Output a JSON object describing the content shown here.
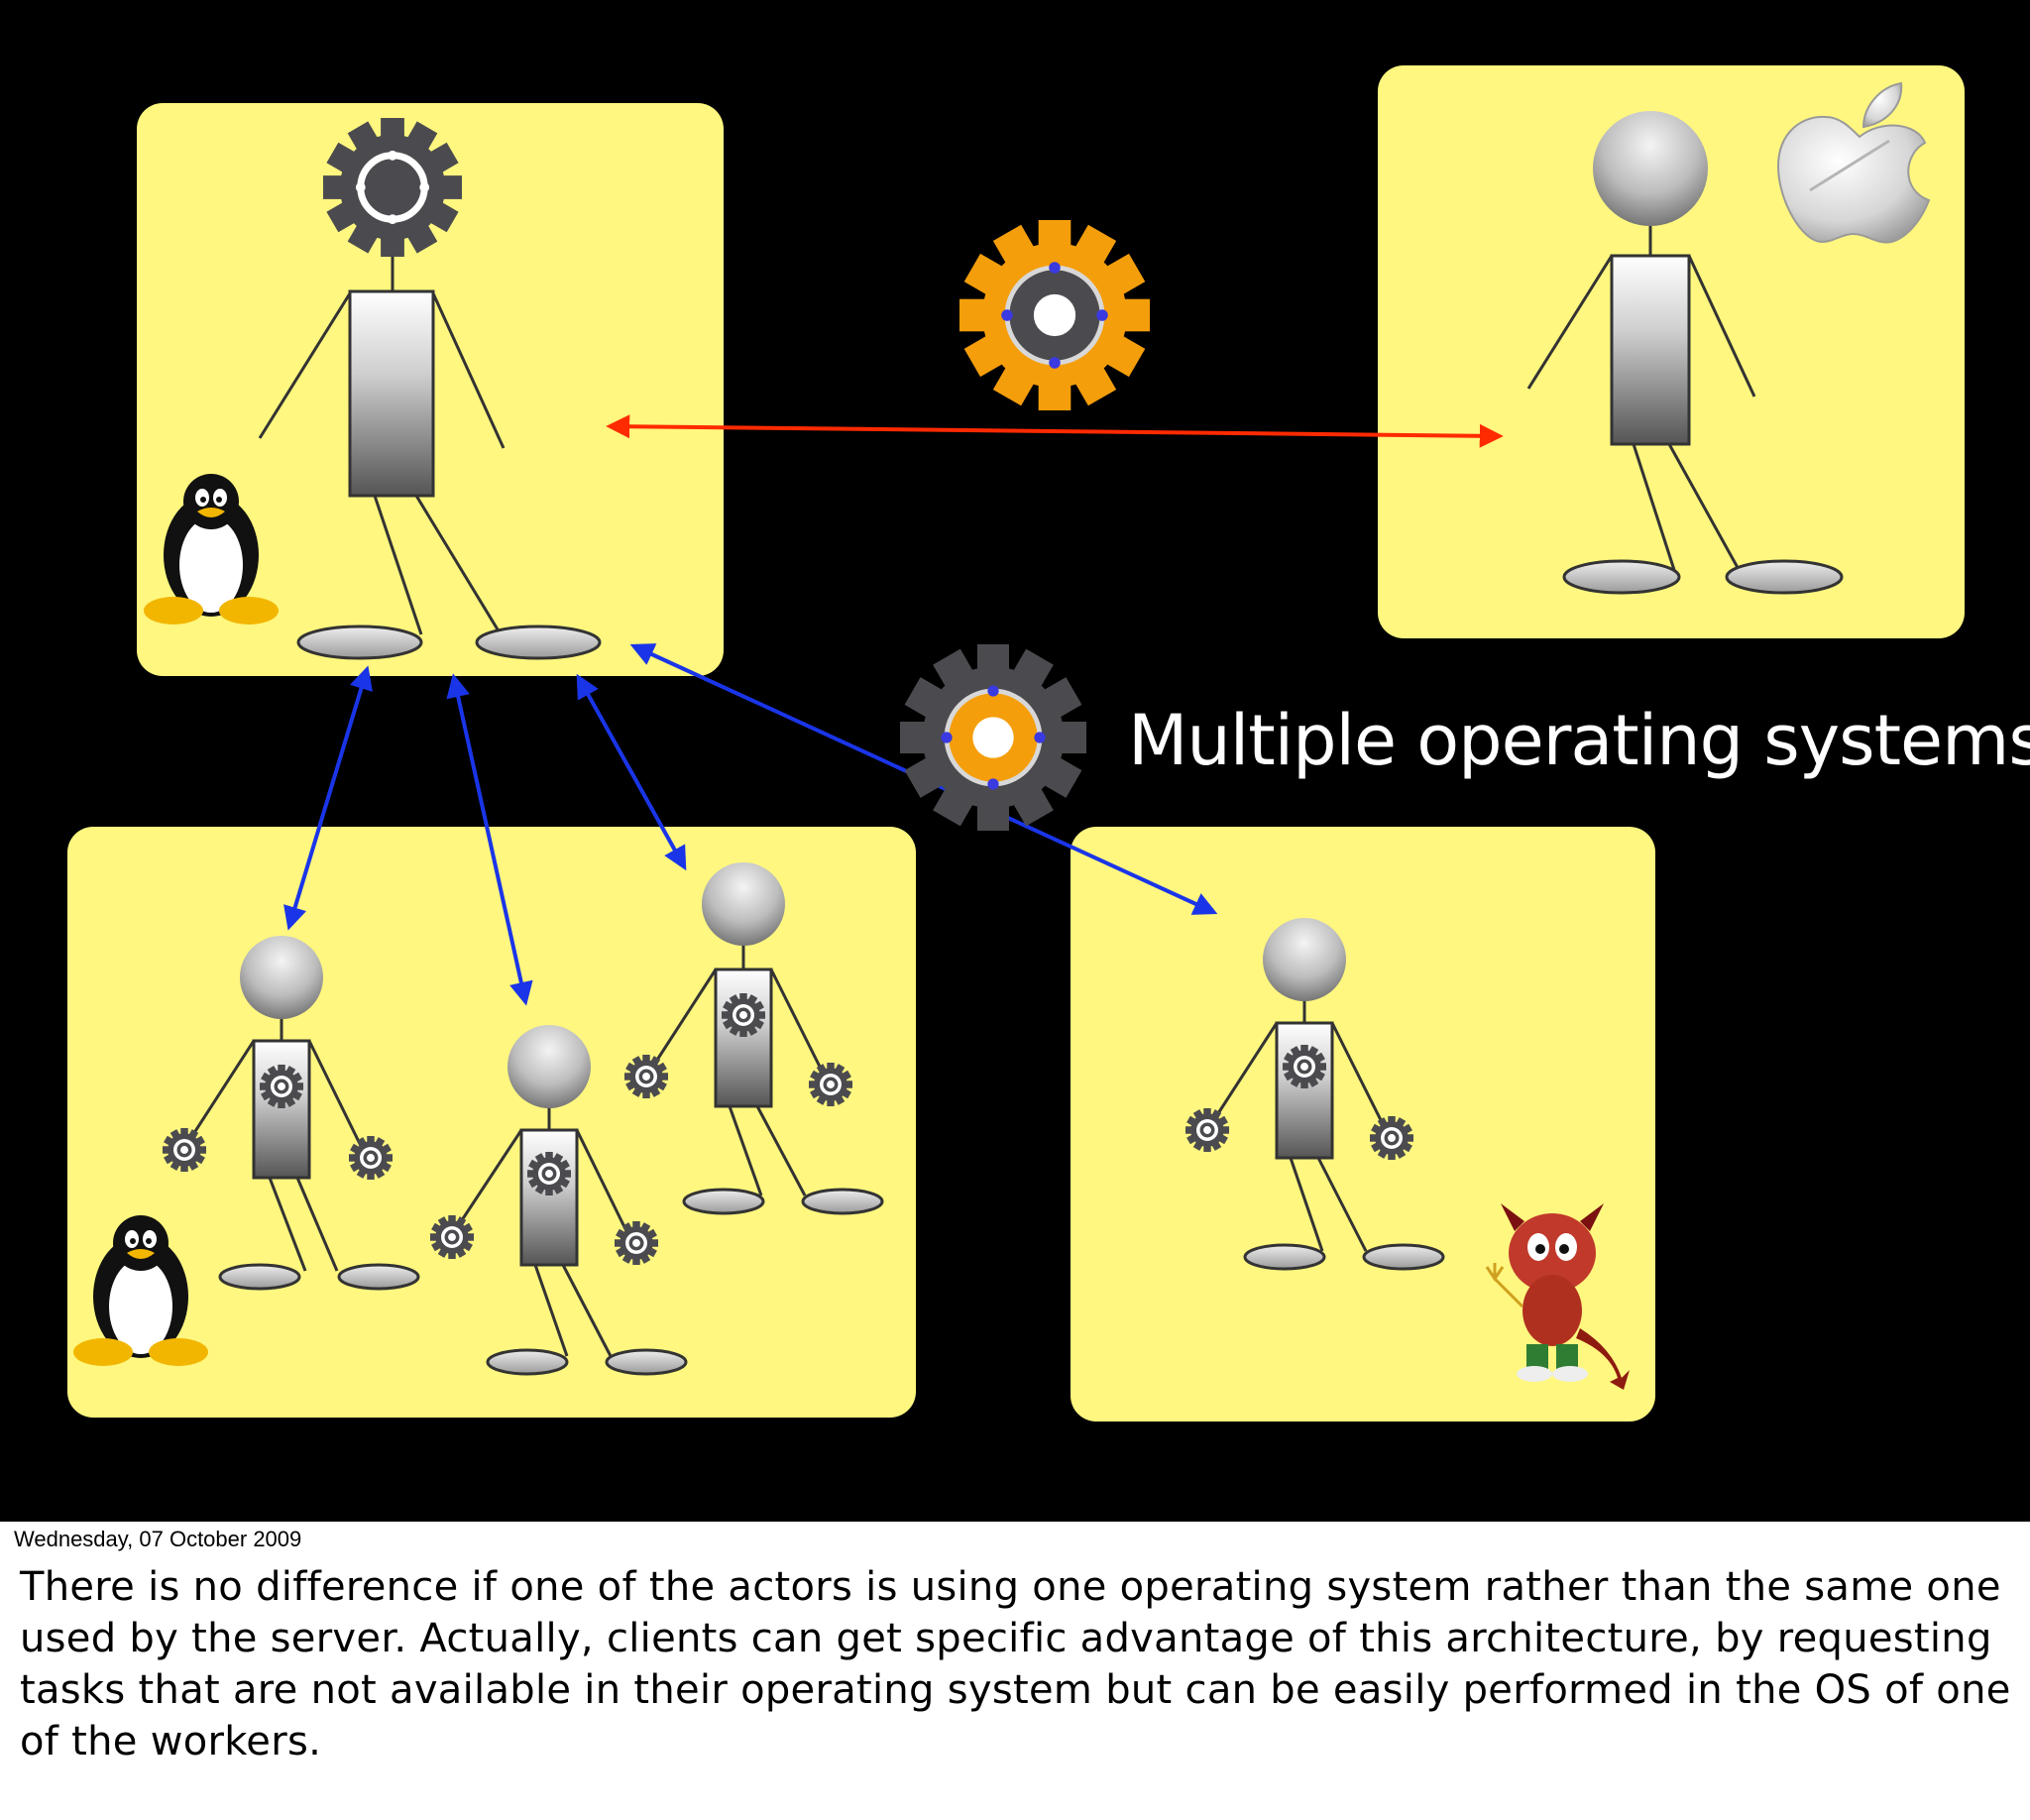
{
  "slide": {
    "title": "Multiple operating systems"
  },
  "notes": {
    "date": "Wednesday, 07 October 2009",
    "text": "There is no difference if one of the actors is using one operating system rather than the same one used by the server. Actually, clients can get specific advantage of this architecture, by requesting tasks that are not available in their operating system but can be easily performed in the OS of one of the workers."
  },
  "colors": {
    "slide_background": "#000000",
    "panel_fill": "#fff77f",
    "client_arrow": "#ff2a00",
    "worker_arrows": "#1a35e8",
    "gear_dark": "#4b4b4f",
    "gear_orange": "#f59e0b"
  },
  "icons": [
    "tux-penguin-icon",
    "apple-logo-icon",
    "freebsd-daemon-icon",
    "gear-icon"
  ]
}
